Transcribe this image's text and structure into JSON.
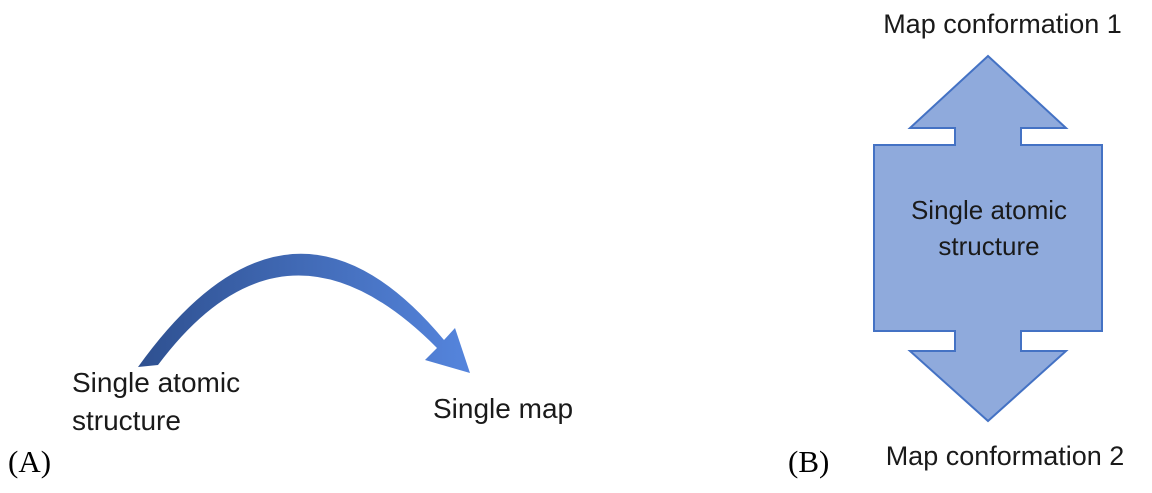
{
  "figure": {
    "description": "Diagram comparing single-map fitting vs multi-conformation mapping of an atomic structure"
  },
  "panel_a": {
    "letter": "(A)",
    "source_label": "Single atomic structure",
    "target_label": "Single map"
  },
  "panel_b": {
    "letter": "(B)",
    "top_label": "Map conformation 1",
    "center_label": "Single atomic structure",
    "bottom_label": "Map conformation 2"
  },
  "colors": {
    "curved_arrow_dark": "#2e5090",
    "curved_arrow_light": "#5585dd",
    "block_arrow_fill": "#8faadc",
    "block_arrow_stroke": "#4472c4"
  }
}
